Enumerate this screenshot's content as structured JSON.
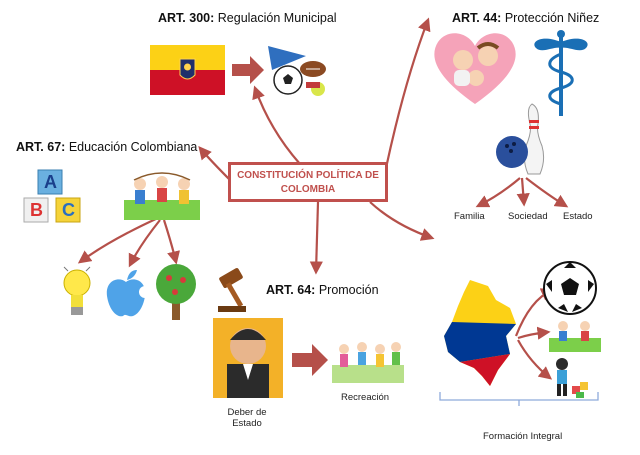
{
  "center": {
    "line1": "CONSTITUCIÓN POLÍTICA DE",
    "line2": "COLOMBIA"
  },
  "articles": {
    "art300": {
      "num": "ART. 300:",
      "title": "Regulación Municipal"
    },
    "art44": {
      "num": "ART. 44:",
      "title": "Protección Niñez"
    },
    "art67": {
      "num": "ART. 67:",
      "title": "Educación Colombiana"
    },
    "art64": {
      "num": "ART. 64:",
      "title": "Promoción"
    }
  },
  "labels": {
    "familia": "Familia",
    "sociedad": "Sociedad",
    "estado": "Estado",
    "deber_line1": "Deber de",
    "deber_line2": "Estado",
    "recreacion": "Recreación",
    "formacion": "Formación Integral"
  },
  "blocks": {
    "a": "A",
    "b": "B",
    "c": "C"
  },
  "colors": {
    "arrow": "#b5504a",
    "box_border": "#c0504d",
    "flag_yellow": "#fcd116",
    "flag_red": "#ce1126",
    "flag_blue": "#003893"
  }
}
